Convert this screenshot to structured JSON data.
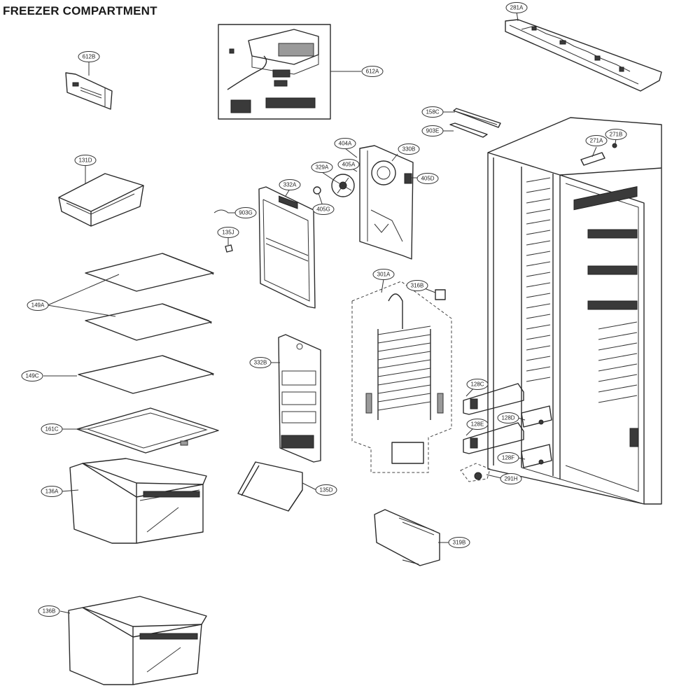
{
  "title": "FREEZER COMPARTMENT",
  "parts": [
    {
      "id": "p281a",
      "label": "281A"
    },
    {
      "id": "p612b",
      "label": "612B"
    },
    {
      "id": "p612a",
      "label": "612A"
    },
    {
      "id": "p158c",
      "label": "158C"
    },
    {
      "id": "p903e",
      "label": "903E"
    },
    {
      "id": "p131d",
      "label": "131D"
    },
    {
      "id": "p404a",
      "label": "404A"
    },
    {
      "id": "p330b",
      "label": "330B"
    },
    {
      "id": "p271a",
      "label": "271A"
    },
    {
      "id": "p271b",
      "label": "271B"
    },
    {
      "id": "p329a",
      "label": "329A"
    },
    {
      "id": "p405a",
      "label": "405A"
    },
    {
      "id": "p405d",
      "label": "405D"
    },
    {
      "id": "p332a",
      "label": "332A"
    },
    {
      "id": "p405g",
      "label": "405G"
    },
    {
      "id": "p903g",
      "label": "903G"
    },
    {
      "id": "p135j",
      "label": "135J"
    },
    {
      "id": "p301a",
      "label": "301A"
    },
    {
      "id": "p316b",
      "label": "316B"
    },
    {
      "id": "p149a",
      "label": "149A"
    },
    {
      "id": "p332b",
      "label": "332B"
    },
    {
      "id": "p149c",
      "label": "149C"
    },
    {
      "id": "p128c",
      "label": "128C"
    },
    {
      "id": "p128d",
      "label": "128D"
    },
    {
      "id": "p128e",
      "label": "128E"
    },
    {
      "id": "p161c",
      "label": "161C"
    },
    {
      "id": "p128f",
      "label": "128F"
    },
    {
      "id": "p291h",
      "label": "291H"
    },
    {
      "id": "p136a",
      "label": "136A"
    },
    {
      "id": "p135d",
      "label": "135D"
    },
    {
      "id": "p319b",
      "label": "319B"
    },
    {
      "id": "p136b",
      "label": "136B"
    }
  ]
}
